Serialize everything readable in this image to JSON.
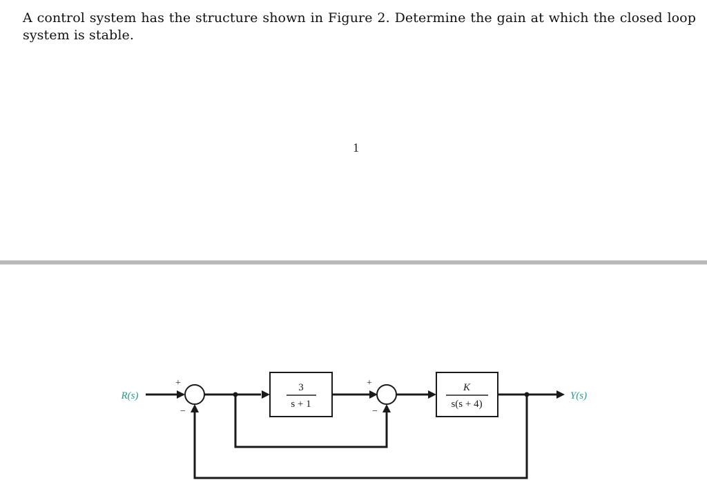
{
  "problem": {
    "text": "A control system has the structure shown in Figure 2. Determine the gain at which the closed loop system is stable."
  },
  "page_marker": "1",
  "diagram": {
    "input_label": "R(s)",
    "output_label": "Y(s)",
    "label_color": "#2a9a8a",
    "line_color": "#1a1a1a",
    "summing_junction_1": {
      "top_sign": "+",
      "bottom_sign": "−"
    },
    "summing_junction_2": {
      "top_sign": "+",
      "bottom_sign": "−"
    },
    "block_1": {
      "numerator": "3",
      "denominator": "s + 1"
    },
    "block_2": {
      "numerator": "K",
      "denominator": "s(s + 4)"
    }
  },
  "separator_color": "#b8b8b8"
}
